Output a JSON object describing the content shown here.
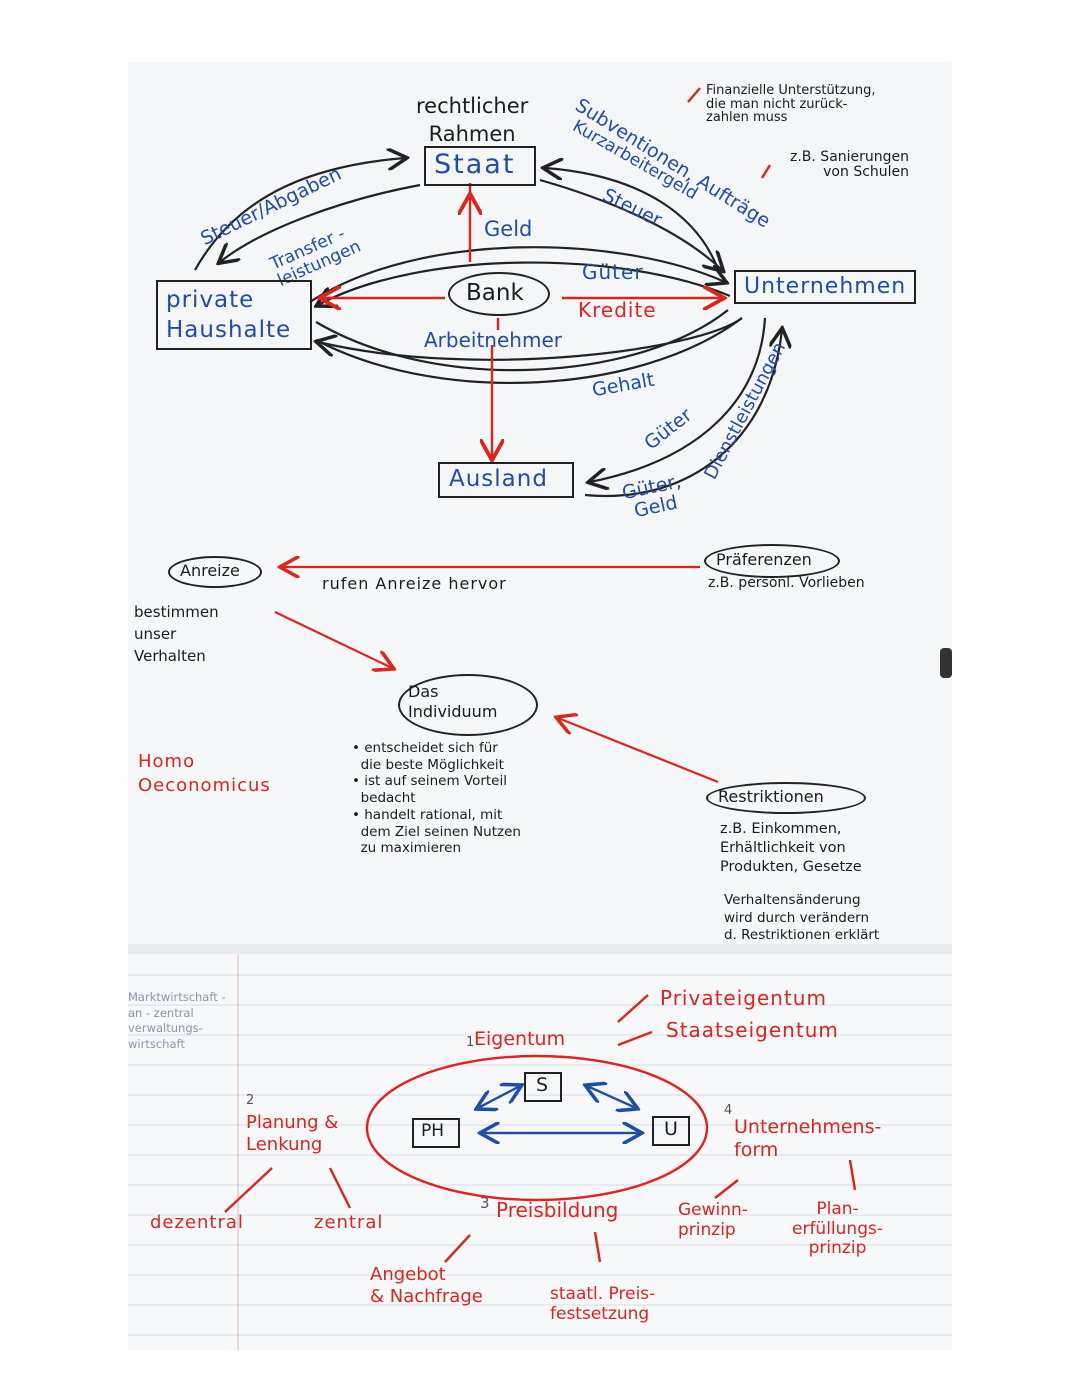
{
  "colors": {
    "ink_black": "#1c1c1c",
    "ink_blue": "#1f4ea8",
    "ink_red": "#e0231b",
    "paper_top": "#f4f6f8",
    "paper_bottom": "#f7f8fa"
  },
  "circuit": {
    "rechtlicher_rahmen": "rechtlicher\nRahmen",
    "staat": "Staat",
    "finanzielle": "Finanzielle Unterstützung,\ndie man nicht zurück-\nzahlen muss",
    "subventionen": "Subventionen, Aufträge",
    "kurzarbeitergeld": "Kurzarbeitergeld",
    "sanierungen": "z.B. Sanierungen\nvon Schulen",
    "steuer_abgaben": "Steuer/Abgaben",
    "transfer": "Transfer -\nleistungen",
    "geld": "Geld",
    "steuer": "Steuer",
    "gueter_top": "Güter",
    "unternehmen": "Unternehmen",
    "private_haushalte": "private\nHaushalte",
    "bank": "Bank",
    "kredite": "Kredite",
    "arbeitnehmer": "Arbeitnehmer",
    "gehalt": "Gehalt",
    "gueter_mid": "Güter",
    "dienstleistungen": "Dienstleistungen",
    "ausland": "Ausland",
    "gueter_geld": "Güter,\nGeld"
  },
  "homo": {
    "anreize": "Anreize",
    "rufen": "rufen Anreize hervor",
    "praeferenzen": "Präferenzen",
    "praef_note": "z.B. persönl. Vorlieben",
    "bestimmen": "bestimmen\nunser\nVerhalten",
    "individuum": "Das\nIndividuum",
    "homo_label": "Homo\nOeconomicus",
    "bullets": "• entscheidet sich für\n  die beste Möglichkeit\n• ist auf seinem Vorteil\n  bedacht\n• handelt rational, mit\n  dem Ziel seinen Nutzen\n  zu maximieren",
    "restriktionen": "Restriktionen",
    "restr_note": "z.B. Einkommen,\nErhältlichkeit von\nProdukten, Gesetze",
    "verhalten_note": "Verhaltensänderung\nwird durch verändern\nd. Restriktionen erklärt"
  },
  "wirtschaft": {
    "margin_note": "Marktwirtschaft -\nan - zentral\nverwaltungs-\nwirtschaft",
    "eigentum": "Eigentum",
    "eigentum_num": "1",
    "privateigentum": "Privateigentum",
    "staatseigentum": "Staatseigentum",
    "planung_num": "2",
    "planung": "Planung &\nLenkung",
    "s": "S",
    "ph": "PH",
    "u": "U",
    "form_num": "4",
    "unternehmensform": "Unternehmens-\nform",
    "dezentral": "dezentral",
    "zentral": "zentral",
    "preis_num": "3",
    "preisbildung": "Preisbildung",
    "gewinnprinzip": "Gewinn-\nprinzip",
    "planerfuellung": "Plan-\nerfüllungs-\nprinzip",
    "angebot": "Angebot\n& Nachfrage",
    "staatl_preis": "staatl. Preis-\nfestsetzung"
  }
}
